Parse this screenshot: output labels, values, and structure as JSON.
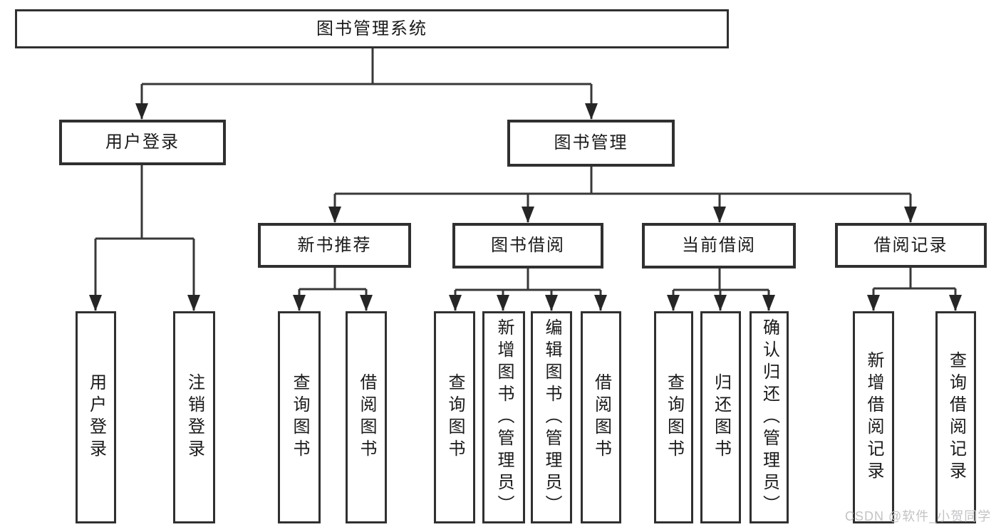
{
  "tree": {
    "root": "图书管理系统",
    "user_login": {
      "label": "用户登录",
      "children": [
        "用户登录",
        "注销登录"
      ]
    },
    "book_mgmt": {
      "label": "图书管理",
      "sections": {
        "new_books": {
          "label": "新书推荐",
          "children": [
            "查询图书",
            "借阅图书"
          ]
        },
        "borrow": {
          "label": "图书借阅",
          "children": [
            "查询图书",
            "新增图书（管理员）",
            "编辑图书（管理员）",
            "借阅图书"
          ]
        },
        "current": {
          "label": "当前借阅",
          "children": [
            "查询图书",
            "归还图书",
            "确认归还（管理员）"
          ]
        },
        "records": {
          "label": "借阅记录",
          "children": [
            "新增借阅记录",
            "查询借阅记录"
          ]
        }
      }
    }
  },
  "watermark": {
    "text": "CSDN @软件_小贺同学"
  },
  "colors": {
    "background": "#ffffff",
    "border": "#303030",
    "line": "#383838",
    "arrow": "#262626",
    "text": "#1a1a1a",
    "watermark": "#c4c2c5"
  }
}
